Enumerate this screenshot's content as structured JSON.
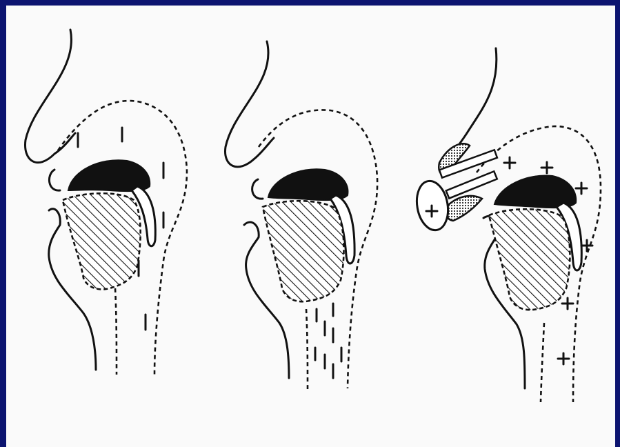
{
  "colors": {
    "slide_background": "#0c1470",
    "figure_background": "#fafafa",
    "ink": "#111111"
  },
  "panels": [
    {
      "id": "left",
      "pressure_sign": "minus",
      "mask": false
    },
    {
      "id": "middle",
      "pressure_sign": "minus",
      "mask": false
    },
    {
      "id": "right",
      "pressure_sign": "plus",
      "mask": true
    }
  ]
}
